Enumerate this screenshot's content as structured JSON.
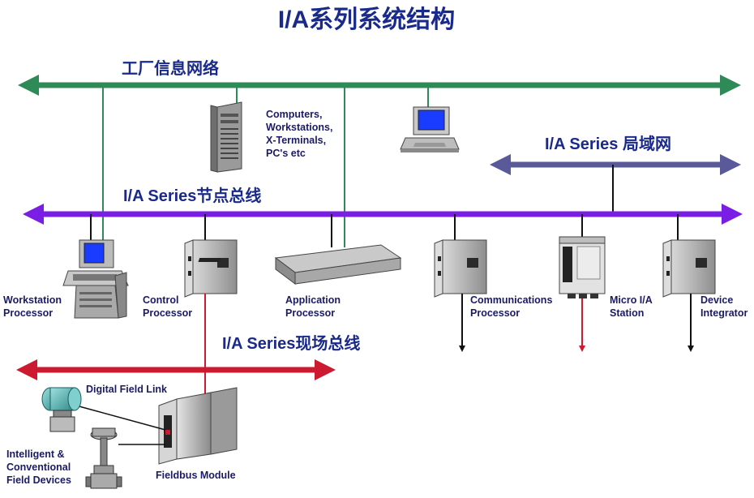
{
  "title": "I/A系列系统结构",
  "colors": {
    "title": "#1a2a8a",
    "factory_net": "#2e8b57",
    "node_bus": "#7a1ee6",
    "lan": "#5a5a9a",
    "fieldbus": "#cc1a30",
    "label": "#1a1a66"
  },
  "buses": {
    "factory": "工厂信息网络",
    "lan": "I/A Series 局域网",
    "node": "I/A Series节点总线",
    "field": "I/A Series现场总线"
  },
  "devices": {
    "computers": [
      "Computers,",
      "Workstations,",
      "X-Terminals,",
      "PC's etc"
    ],
    "workstation": [
      "Workstation",
      "Processor"
    ],
    "control": [
      "Control",
      "Processor"
    ],
    "application": [
      "Application",
      "Processor"
    ],
    "communications": [
      "Communications",
      "Processor"
    ],
    "micro": [
      "Micro I/A",
      "Station"
    ],
    "integrator": [
      "Device",
      "Integrator"
    ],
    "digital_link": "Digital Field Link",
    "field_devices": [
      "Intelligent &",
      "Conventional",
      "Field Devices"
    ],
    "fieldbus_module": "Fieldbus Module"
  }
}
